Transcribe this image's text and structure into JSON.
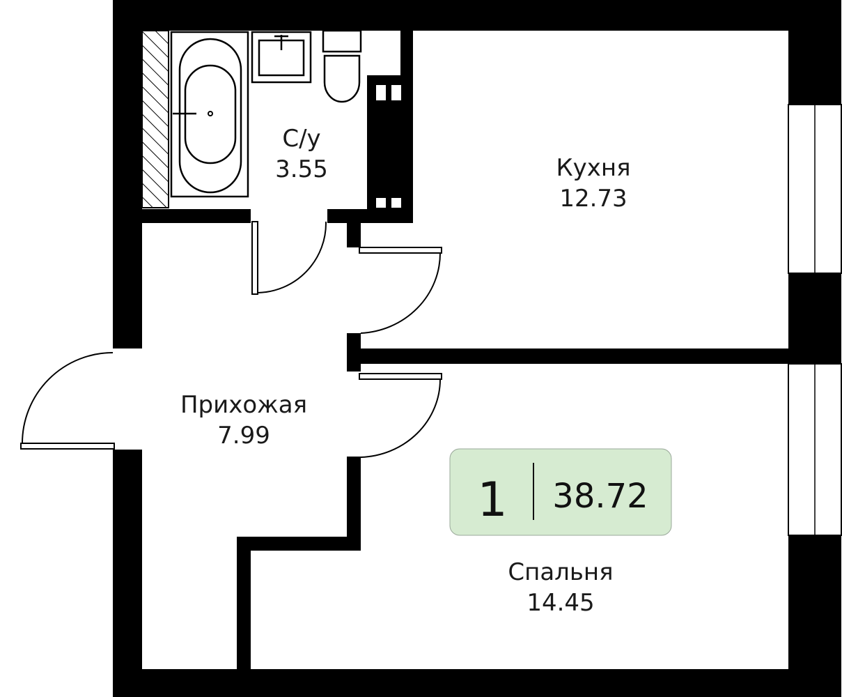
{
  "rooms": {
    "bathroom": {
      "name": "С/у",
      "area": "3.55"
    },
    "kitchen": {
      "name": "Кухня",
      "area": "12.73"
    },
    "hallway": {
      "name": "Прихожая",
      "area": "7.99"
    },
    "bedroom": {
      "name": "Спальня",
      "area": "14.45"
    }
  },
  "badge": {
    "rooms_count": "1",
    "total_area": "38.72",
    "color": "#d6ebd1"
  },
  "colors": {
    "wall": "#000000",
    "background": "#ffffff"
  }
}
